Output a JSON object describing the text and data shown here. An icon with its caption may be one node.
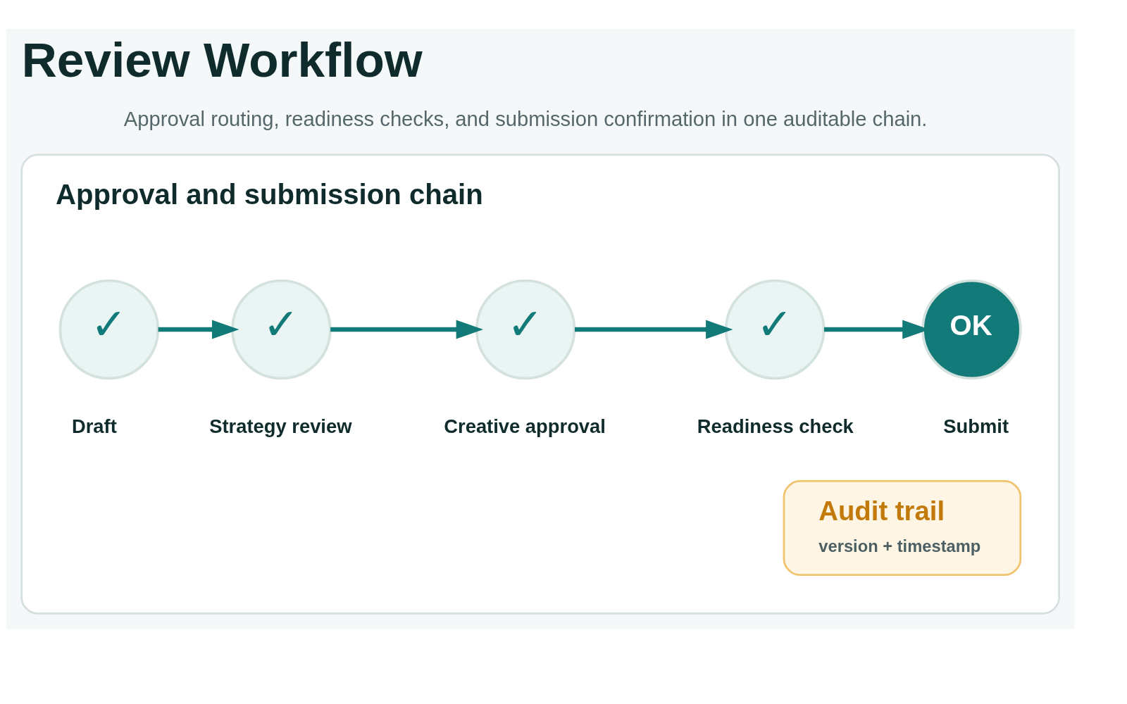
{
  "diagram": {
    "title": "Review Workflow",
    "nodes": [
      {
        "text": [
          "Approval and submission chain"
        ]
      },
      {
        "text": [
          "✓"
        ],
        "beside": [
          "Draft"
        ],
        "in": 0
      },
      {
        "text": [
          "✓"
        ],
        "beside": [
          "Strategy review"
        ],
        "in": 0
      },
      {
        "text": [
          "✓"
        ],
        "beside": [
          "Creative approval"
        ],
        "in": 0
      },
      {
        "text": [
          "✓"
        ],
        "beside": [
          "Readiness check"
        ],
        "in": 0
      },
      {
        "text": [
          "OK"
        ],
        "beside": [
          "Submit"
        ],
        "in": 0
      },
      {
        "text": [
          "Audit trail",
          "version + timestamp"
        ],
        "in": 0
      }
    ],
    "edges": [
      {
        "from": 1,
        "to": 2,
        "arrow": "to"
      },
      {
        "from": 2,
        "to": 3,
        "arrow": "to"
      },
      {
        "from": 3,
        "to": 4,
        "arrow": "to"
      },
      {
        "from": 4,
        "to": 5,
        "arrow": "to"
      }
    ],
    "labels": [
      "Approval routing, readiness checks, and submission confirmation in one auditable chain."
    ]
  }
}
